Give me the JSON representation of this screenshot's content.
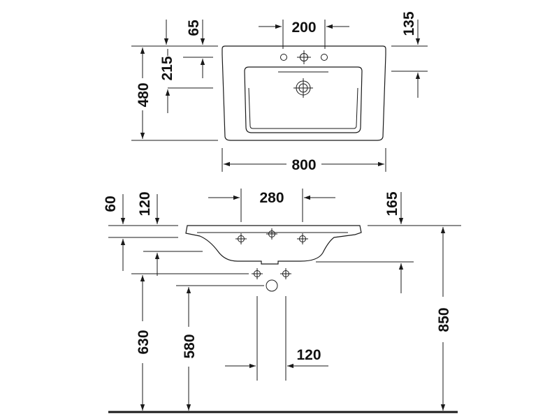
{
  "top_view": {
    "width_total": "800",
    "depth_total": "480",
    "tap_hole_spacing": "200",
    "tap_hole_offset": "65",
    "bowl_depth_back": "135",
    "overflow_depth": "215"
  },
  "side_view": {
    "rim_thickness": "60",
    "rim_to_outlet": "120",
    "drain_spacing": "280",
    "back_offset": "165",
    "height_rim": "850",
    "height_outlet": "630",
    "height_trap": "580",
    "trap_spacing": "120"
  }
}
